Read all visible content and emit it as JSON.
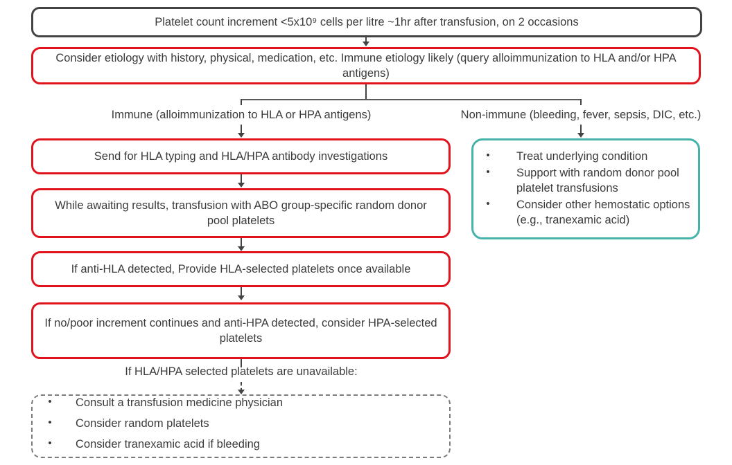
{
  "diagram": {
    "title_node": {
      "text": "Platelet count increment <5x10⁹ cells per litre ~1hr after transfusion, on 2 occasions"
    },
    "etiology_node": {
      "text": "Consider etiology with history, physical, medication, etc. Immune etiology likely (query alloimmunization to HLA and/or HPA antigens)"
    },
    "branch_labels": {
      "immune": "Immune (alloimmunization to HLA or HPA antigens)",
      "non_immune": "Non-immune (bleeding, fever, sepsis, DIC, etc.)"
    },
    "immune_path": {
      "step1": "Send for HLA typing and HLA/HPA antibody investigations",
      "step2": "While awaiting results, transfusion with ABO group-specific random donor pool platelets",
      "step3": "If anti-HLA detected, Provide HLA-selected platelets once available",
      "step4": "If no/poor increment continues and anti-HPA detected, consider HPA-selected platelets",
      "unavailable_label": "If HLA/HPA selected platelets are unavailable:",
      "fallback_bullets": [
        "Consult a transfusion medicine physician",
        "Consider random platelets",
        "Consider tranexamic acid if bleeding"
      ]
    },
    "non_immune_path": {
      "bullets": [
        "Treat underlying condition",
        "Support with random donor pool platelet transfusions",
        "Consider other hemostatic options (e.g., tranexamic acid)"
      ]
    },
    "bullet_glyph": "•",
    "colors": {
      "gray_border": "#434343",
      "red_border": "#e1121b",
      "teal_border": "#46b3ab",
      "dashed_border": "#7b7b7b",
      "text": "#3b3b3b"
    }
  }
}
